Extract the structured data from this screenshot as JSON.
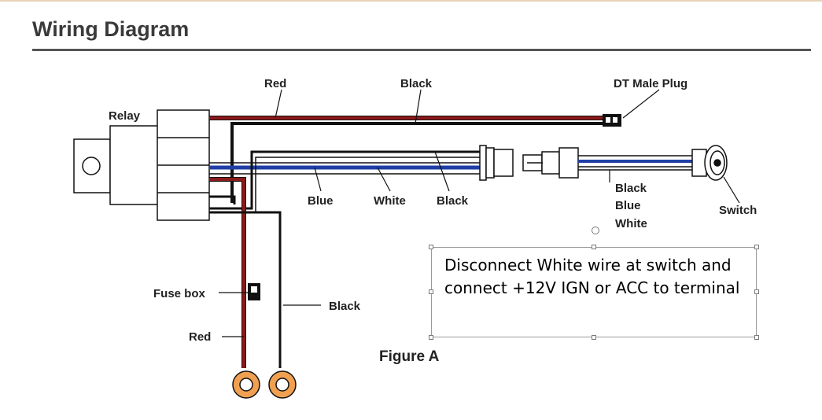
{
  "page": {
    "title": "Wiring Diagram",
    "figure_caption": "Figure A"
  },
  "labels": {
    "relay": "Relay",
    "red_top": "Red",
    "black_top": "Black",
    "dt_male_plug": "DT Male Plug",
    "blue": "Blue",
    "white": "White",
    "black_mid": "Black",
    "harness_black": "Black",
    "harness_blue": "Blue",
    "harness_white": "White",
    "switch": "Switch",
    "fuse_box": "Fuse box",
    "red_bottom": "Red",
    "black_bottom": "Black"
  },
  "note": {
    "text": "Disconnect White wire at switch and connect +12V IGN or ACC to terminal"
  },
  "colors": {
    "wire_red": "#8b1a1a",
    "wire_blue": "#1f3fa6",
    "wire_black": "#111111",
    "ring_terminal": "#f0a050",
    "title_rule": "#555555"
  }
}
